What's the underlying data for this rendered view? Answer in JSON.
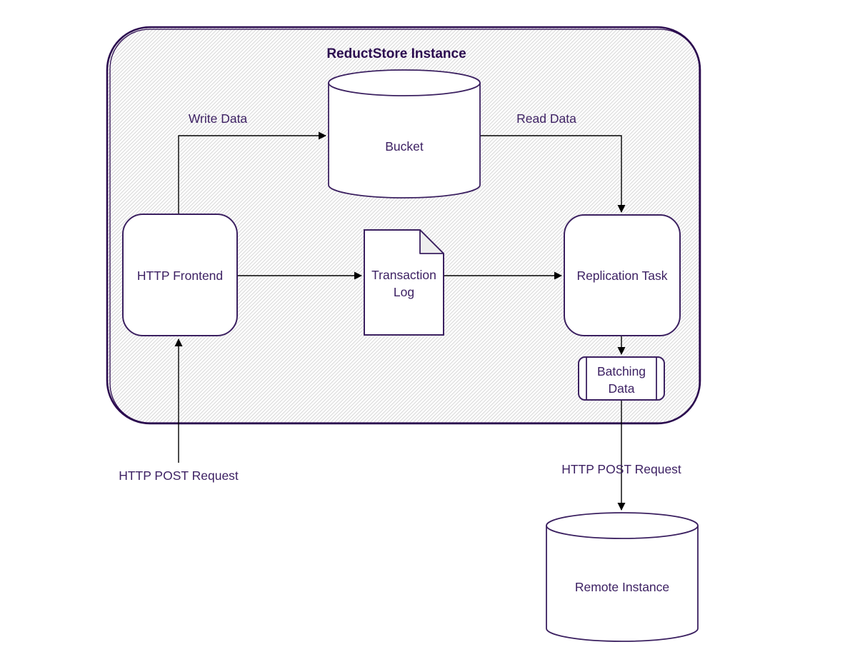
{
  "diagram": {
    "title": "ReductStore Instance",
    "nodes": {
      "bucket": {
        "label": "Bucket",
        "shape": "cylinder"
      },
      "http_frontend": {
        "label": "HTTP Frontend",
        "shape": "rounded-rect"
      },
      "transaction_log": {
        "label": "Transaction Log",
        "shape": "document"
      },
      "replication_task": {
        "label": "Replication Task",
        "shape": "rounded-rect"
      },
      "batching_data": {
        "label": "Batching Data",
        "shape": "subroutine"
      },
      "remote_instance": {
        "label": "Remote Instance",
        "shape": "cylinder"
      }
    },
    "edges": {
      "write_data": {
        "label": "Write Data",
        "from": "http_frontend",
        "to": "bucket"
      },
      "read_data": {
        "label": "Read Data",
        "from": "bucket",
        "to": "replication_task"
      },
      "frontend_to_log": {
        "label": "",
        "from": "http_frontend",
        "to": "transaction_log"
      },
      "log_to_replication": {
        "label": "",
        "from": "transaction_log",
        "to": "replication_task"
      },
      "replication_to_batching": {
        "label": "",
        "from": "replication_task",
        "to": "batching_data"
      },
      "http_post_incoming": {
        "label": "HTTP POST Request",
        "from": "external",
        "to": "http_frontend"
      },
      "http_post_outgoing": {
        "label": "HTTP POST Request",
        "from": "batching_data",
        "to": "remote_instance"
      }
    },
    "colors": {
      "container_border": "#2b0b4f",
      "shape_border": "#3b2060",
      "text": "#3d2163",
      "title": "#2b0b4f",
      "arrow": "#000000",
      "hatch": "#d7d7d7",
      "fold_fill": "#eeeeee",
      "shape_fill": "#ffffff"
    }
  }
}
